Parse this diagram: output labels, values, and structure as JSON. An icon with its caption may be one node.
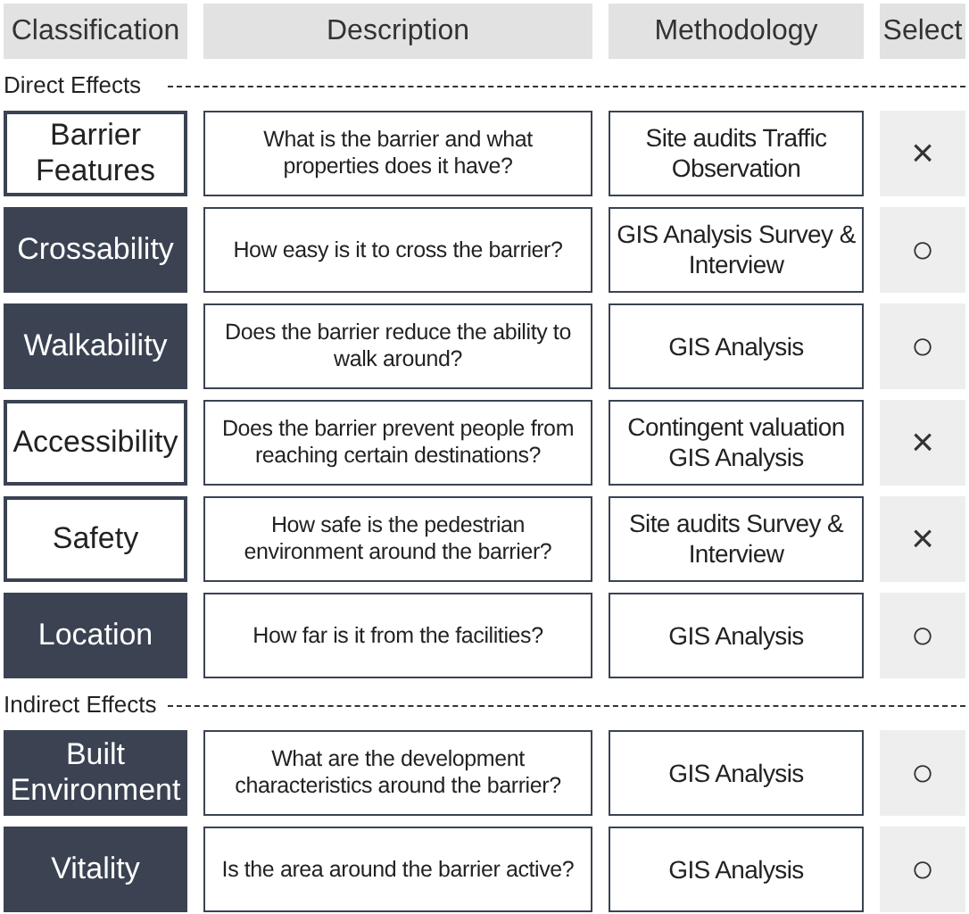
{
  "diagram": {
    "labels": [
      "Classification",
      "Description",
      "Methodology",
      "Select",
      "Direct Effects",
      "Barrier Features",
      "What is the barrier and what properties does it have?",
      "Site audits Traffic Observation",
      "×",
      "Crossability",
      "How easy is it to cross the barrier?",
      "GIS Analysis Survey & Interview",
      "○",
      "Walkability",
      "Does the barrier reduce the ability to walk around?",
      "GIS Analysis",
      "○",
      "Accessibility",
      "Does the barrier prevent people from reaching certain destinations?",
      "Contingent valuation GIS Analysis",
      "×",
      "Safety",
      "How safe is the pedestrian environment around the barrier?",
      "Site audits Survey & Interview",
      "×",
      "Location",
      "How far is it from the facilities?",
      "GIS Analysis",
      "○",
      "Indirect Effects",
      "Built Environment",
      "What are the development characteristics around the barrier?",
      "GIS Analysis",
      "○",
      "Vitality",
      "Is the area around the barrier active?",
      "GIS Analysis",
      "○"
    ]
  }
}
